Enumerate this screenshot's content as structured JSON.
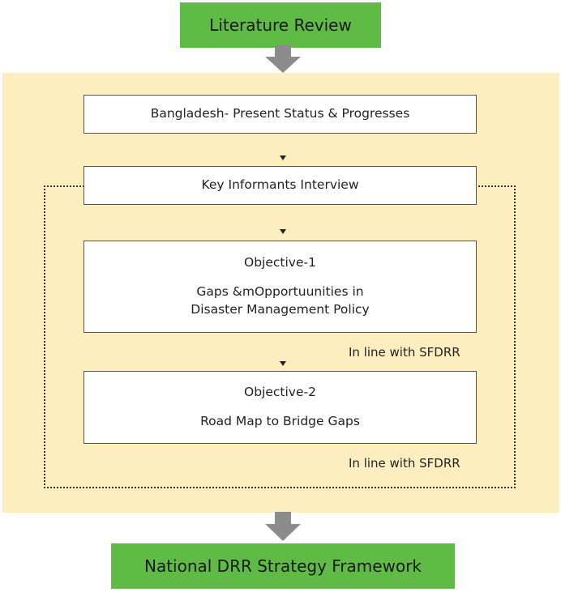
{
  "top_box": {
    "label": "Literature Review"
  },
  "bottom_box": {
    "label": "National DRR Strategy Framework"
  },
  "steps": [
    {
      "label": "Bangladesh- Present Status & Progresses"
    },
    {
      "label": "Key Informants Interview"
    }
  ],
  "objectives": [
    {
      "title": "Objective-1",
      "line1": "Gaps &mOpportuunities in",
      "line2": "Disaster Management Policy"
    },
    {
      "title": "Objective-2",
      "line1": "Road Map to Bridge Gaps"
    }
  ],
  "notes": [
    "In line with SFDRR",
    "In line with SFDRR"
  ],
  "colors": {
    "green": "#5fbb46",
    "panel": "#fdeebf",
    "arrow": "#8c8c8c"
  }
}
